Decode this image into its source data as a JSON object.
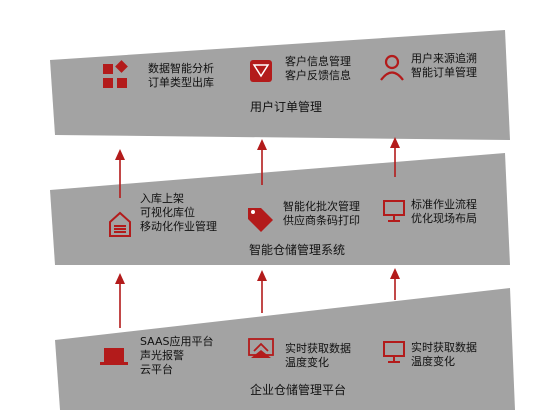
{
  "layers": [
    {
      "title": "用户订单管理",
      "items": [
        {
          "icon": "grid-squares-icon",
          "lines": [
            "数据智能分析",
            "订单类型出库"
          ]
        },
        {
          "icon": "shield-badge-icon",
          "lines": [
            "客户信息管理",
            "客户反馈信息"
          ]
        },
        {
          "icon": "user-icon",
          "lines": [
            "用户来源追溯",
            "智能订单管理"
          ]
        }
      ]
    },
    {
      "title": "智能仓储管理系统",
      "items": [
        {
          "icon": "warehouse-icon",
          "lines": [
            "入库上架",
            "可视化库位",
            "移动化作业管理"
          ]
        },
        {
          "icon": "price-tag-icon",
          "lines": [
            "智能化批次管理",
            "供应商条码打印"
          ]
        },
        {
          "icon": "monitor-icon",
          "lines": [
            "标准作业流程",
            "优化现场布局"
          ]
        }
      ]
    },
    {
      "title": "企业仓储管理平台",
      "items": [
        {
          "icon": "laptop-icon",
          "lines": [
            "SAAS应用平台",
            "声光报警",
            "云平台"
          ]
        },
        {
          "icon": "display-upload-icon",
          "lines": [
            "实时获取数据",
            "温度变化"
          ]
        },
        {
          "icon": "monitor-icon",
          "lines": [
            "实时获取数据",
            "温度变化"
          ]
        }
      ]
    }
  ],
  "colors": {
    "accent": "#b31b1b",
    "layer_fill": "#a3a3a3"
  }
}
